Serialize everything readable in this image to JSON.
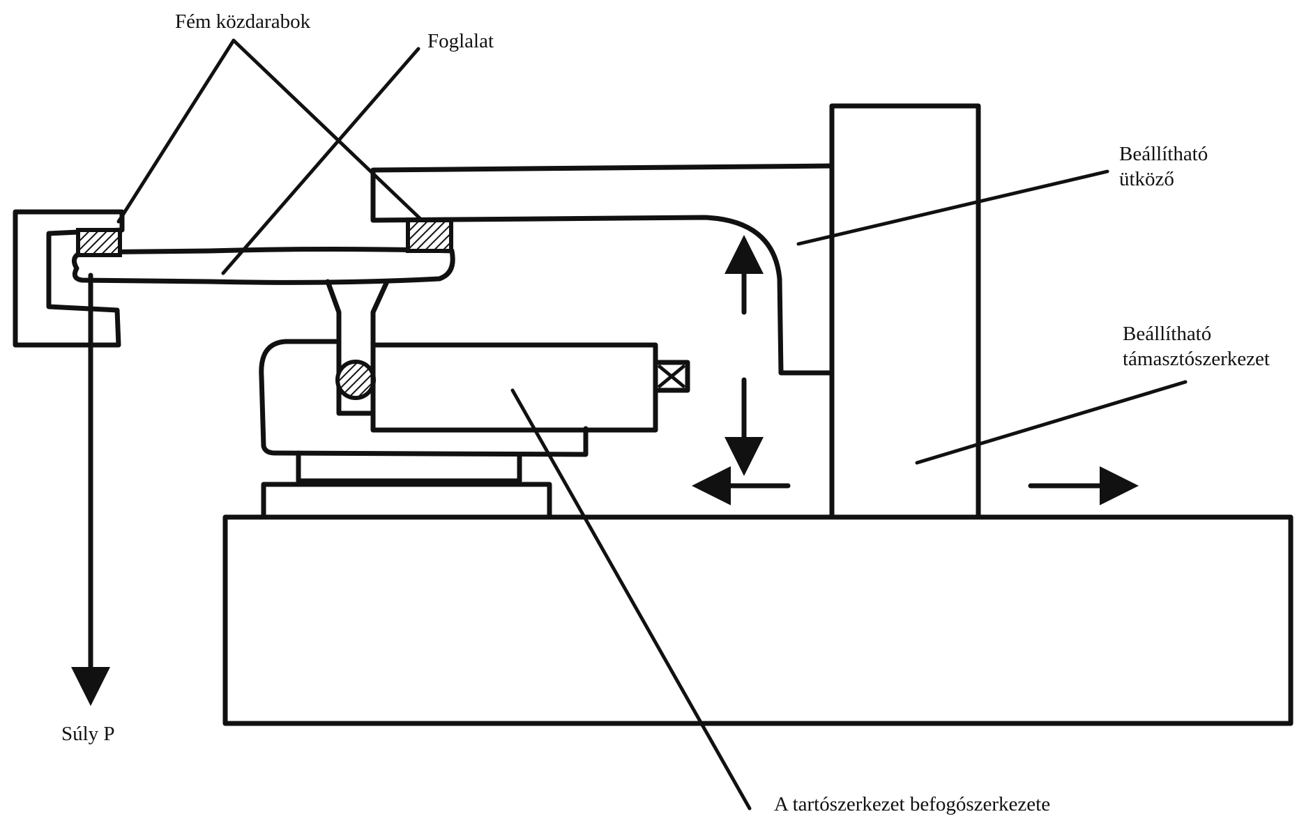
{
  "labels": {
    "fem_kozdarabok": "Fém közdarabok",
    "foglalat": "Foglalat",
    "beallithato_utkozo_line1": "Beállítható",
    "beallithato_utkozo_line2": "ütköző",
    "beallithato_tamaszto_line1": "Beállítható",
    "beallithato_tamaszto_line2": "támasztószerkezet",
    "suly_p": "Súly P",
    "befogoszerkezet": "A tartószerkezet befogószerkezete"
  }
}
